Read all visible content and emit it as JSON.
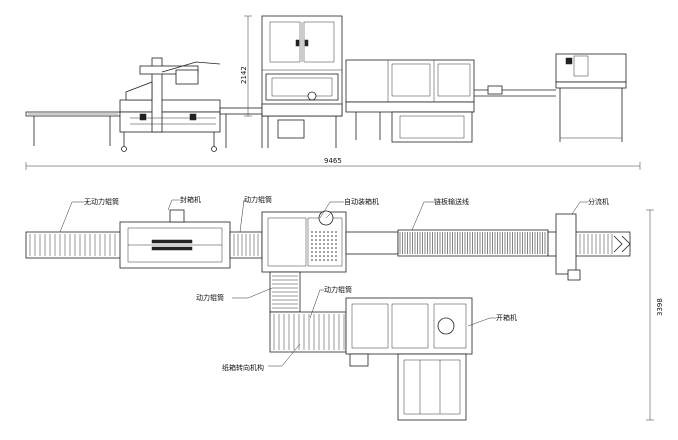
{
  "dimensions": {
    "height_side": "2142",
    "total_length": "9465",
    "depth_top": "3398"
  },
  "labels": {
    "unpowered_roller": "无动力辊筒",
    "carton_sealer": "封箱机",
    "powered_roller_1": "动力辊筒",
    "auto_packer": "自动装箱机",
    "chain_conveyor": "链板输送线",
    "diverter": "分流机",
    "powered_roller_2": "动力辊筒",
    "powered_roller_3": "动力辊筒",
    "carton_erector": "开箱机",
    "carton_turner": "纸箱转向机构"
  }
}
